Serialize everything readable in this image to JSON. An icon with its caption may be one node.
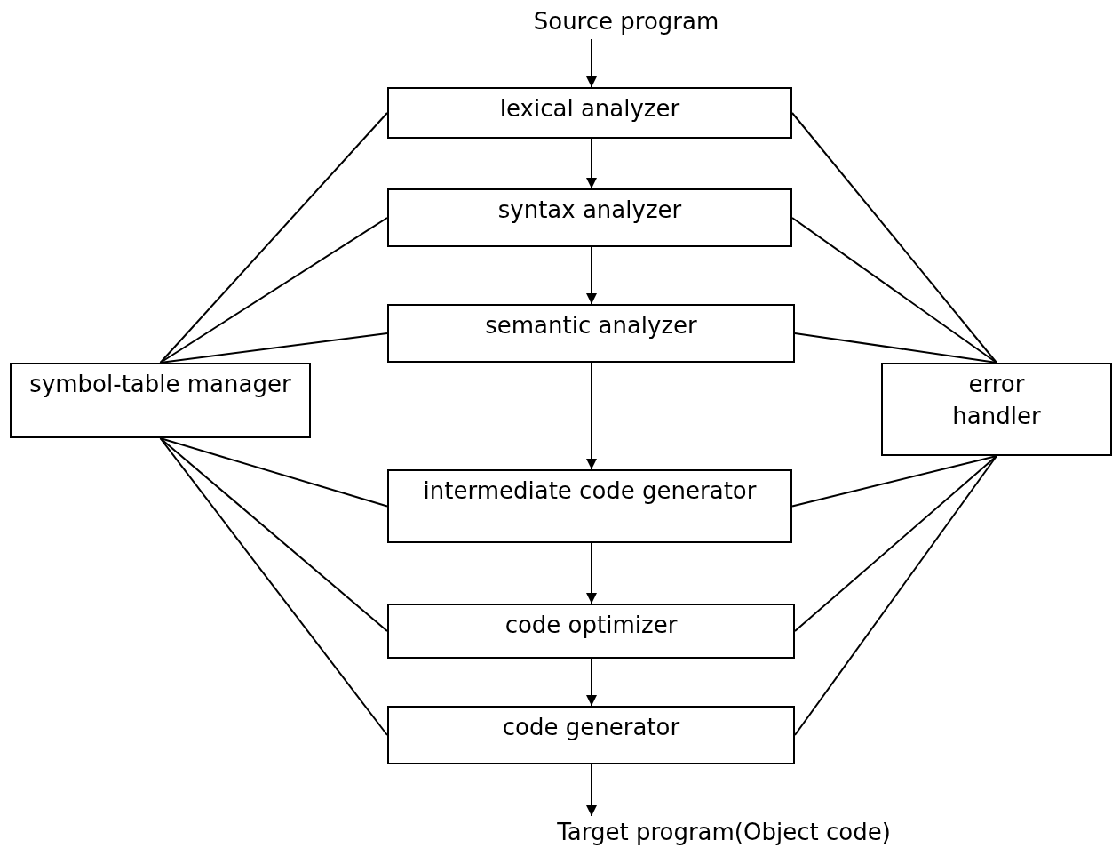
{
  "diagram": {
    "nodes": [
      {
        "text": [
          "Source program"
        ]
      },
      {
        "text": [
          "lexical analyzer"
        ]
      },
      {
        "text": [
          "syntax analyzer"
        ]
      },
      {
        "text": [
          "semantic analyzer"
        ]
      },
      {
        "text": [
          "intermediate code generator"
        ]
      },
      {
        "text": [
          "code optimizer"
        ]
      },
      {
        "text": [
          "code generator"
        ]
      },
      {
        "text": [
          "Target program(Object code)"
        ]
      },
      {
        "text": [
          "symbol-table manager"
        ]
      },
      {
        "text": [
          "error handler"
        ]
      }
    ],
    "edges": [
      {
        "from": 0,
        "to": 1,
        "arrow": "to"
      },
      {
        "from": 1,
        "to": 2,
        "arrow": "to"
      },
      {
        "from": 2,
        "to": 3,
        "arrow": "to"
      },
      {
        "from": 3,
        "to": 4,
        "arrow": "to"
      },
      {
        "from": 4,
        "to": 5,
        "arrow": "to"
      },
      {
        "from": 5,
        "to": 6,
        "arrow": "to"
      },
      {
        "from": 6,
        "to": 7,
        "arrow": "to"
      },
      {
        "from": 8,
        "to": 1,
        "arrow": "none"
      },
      {
        "from": 8,
        "to": 2,
        "arrow": "none"
      },
      {
        "from": 8,
        "to": 3,
        "arrow": "none"
      },
      {
        "from": 8,
        "to": 4,
        "arrow": "none"
      },
      {
        "from": 8,
        "to": 5,
        "arrow": "none"
      },
      {
        "from": 8,
        "to": 6,
        "arrow": "none"
      },
      {
        "from": 1,
        "to": 9,
        "arrow": "none"
      },
      {
        "from": 2,
        "to": 9,
        "arrow": "none"
      },
      {
        "from": 3,
        "to": 9,
        "arrow": "none"
      },
      {
        "from": 4,
        "to": 9,
        "arrow": "none"
      },
      {
        "from": 5,
        "to": 9,
        "arrow": "none"
      },
      {
        "from": 6,
        "to": 9,
        "arrow": "none"
      }
    ]
  }
}
